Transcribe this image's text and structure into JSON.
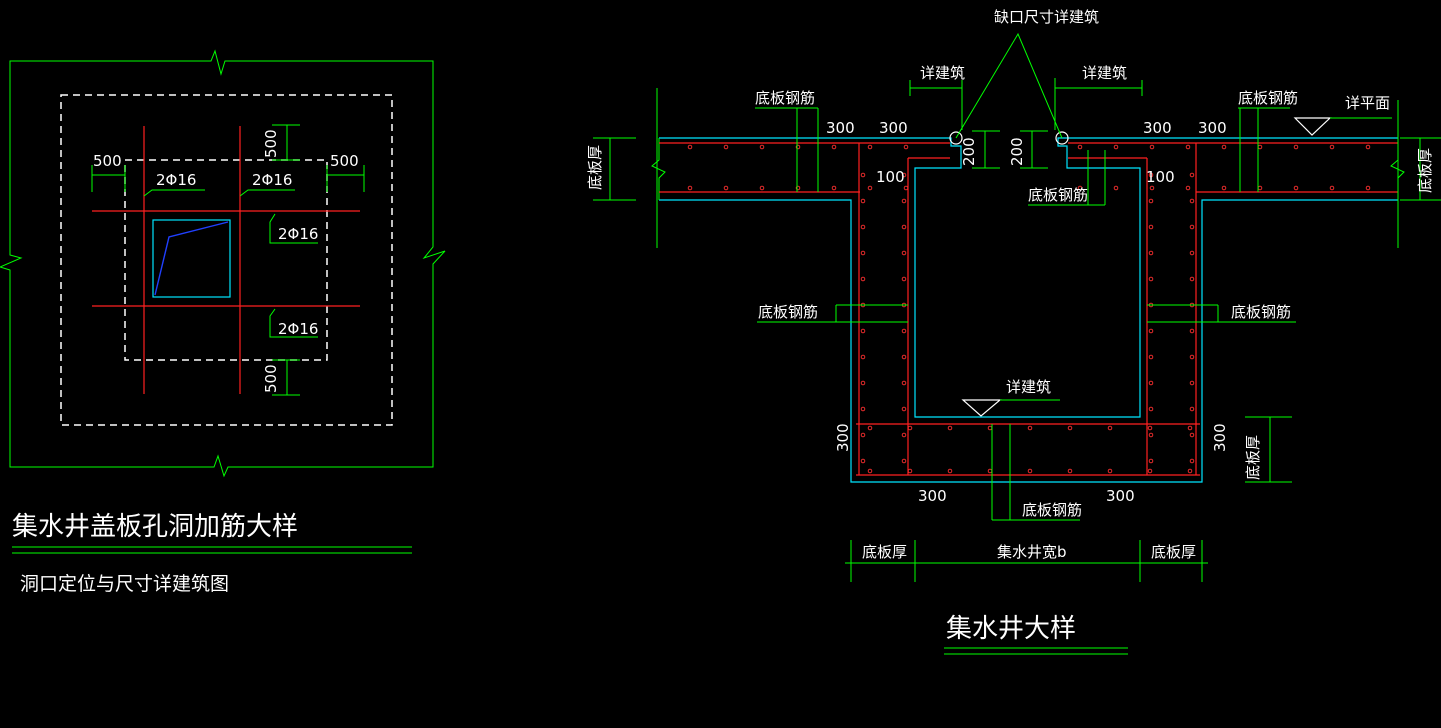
{
  "left_detail": {
    "title": "集水井盖板孔洞加筋大样",
    "note": "洞口定位与尺寸详建筑图",
    "dims": {
      "left_500": "500",
      "right_500": "500",
      "top_500": "500",
      "bottom_500": "500"
    },
    "rebar_labels": [
      "2Φ16",
      "2Φ16",
      "2Φ16",
      "2Φ16"
    ]
  },
  "right_detail": {
    "title": "集水井大样",
    "callouts": {
      "opening_size": "缺口尺寸详建筑",
      "see_arch_left": "详建筑",
      "see_arch_right": "详建筑",
      "see_arch_bottom": "详建筑",
      "see_plan": "详平面"
    },
    "rebar": {
      "top_left": "底板钢筋",
      "top_right": "底板钢筋",
      "top_mid": "底板钢筋",
      "mid_left": "底板钢筋",
      "mid_right": "底板钢筋",
      "bottom": "底板钢筋"
    },
    "thickness": {
      "left": "底板厚",
      "right": "底板厚",
      "bottom_right": "底板厚",
      "bottom_dim_left": "底板厚",
      "bottom_dim_right": "底板厚"
    },
    "width_label": "集水井宽b",
    "dims": {
      "t300_1": "300",
      "t300_2": "300",
      "t300_3": "300",
      "t300_4": "300",
      "d200_left": "200",
      "d200_right": "200",
      "d100_left": "100",
      "d100_right": "100",
      "side300_left": "300",
      "side300_right": "300",
      "bot300_left": "300",
      "bot300_right": "300"
    }
  }
}
